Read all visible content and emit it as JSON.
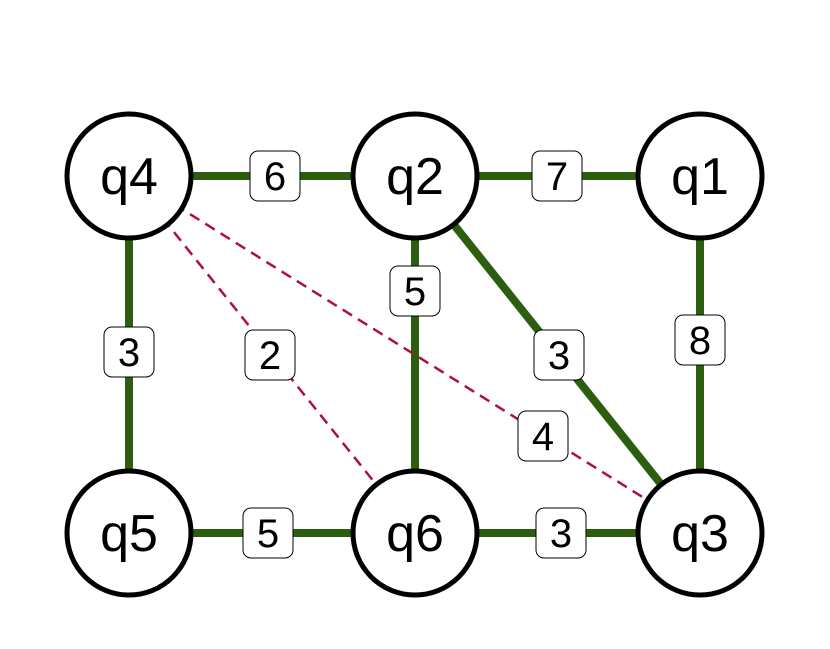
{
  "colors": {
    "solid_edge": "#2d5e0f",
    "dashed_edge": "#b0103a",
    "node_stroke": "#000000",
    "node_fill": "#ffffff"
  },
  "nodes": [
    {
      "id": "q4",
      "label": "q4"
    },
    {
      "id": "q2",
      "label": "q2"
    },
    {
      "id": "q1",
      "label": "q1"
    },
    {
      "id": "q5",
      "label": "q5"
    },
    {
      "id": "q6",
      "label": "q6"
    },
    {
      "id": "q3",
      "label": "q3"
    }
  ],
  "edges": [
    {
      "from": "q4",
      "to": "q2",
      "weight": "6",
      "style": "solid"
    },
    {
      "from": "q2",
      "to": "q1",
      "weight": "7",
      "style": "solid"
    },
    {
      "from": "q4",
      "to": "q5",
      "weight": "3",
      "style": "solid"
    },
    {
      "from": "q4",
      "to": "q6",
      "weight": "2",
      "style": "dashed"
    },
    {
      "from": "q2",
      "to": "q6",
      "weight": "5",
      "style": "solid"
    },
    {
      "from": "q2",
      "to": "q3",
      "weight": "3",
      "style": "solid"
    },
    {
      "from": "q4",
      "to": "q3",
      "weight": "4",
      "style": "dashed"
    },
    {
      "from": "q1",
      "to": "q3",
      "weight": "8",
      "style": "solid"
    },
    {
      "from": "q5",
      "to": "q6",
      "weight": "5",
      "style": "solid"
    },
    {
      "from": "q6",
      "to": "q3",
      "weight": "3",
      "style": "solid"
    }
  ]
}
